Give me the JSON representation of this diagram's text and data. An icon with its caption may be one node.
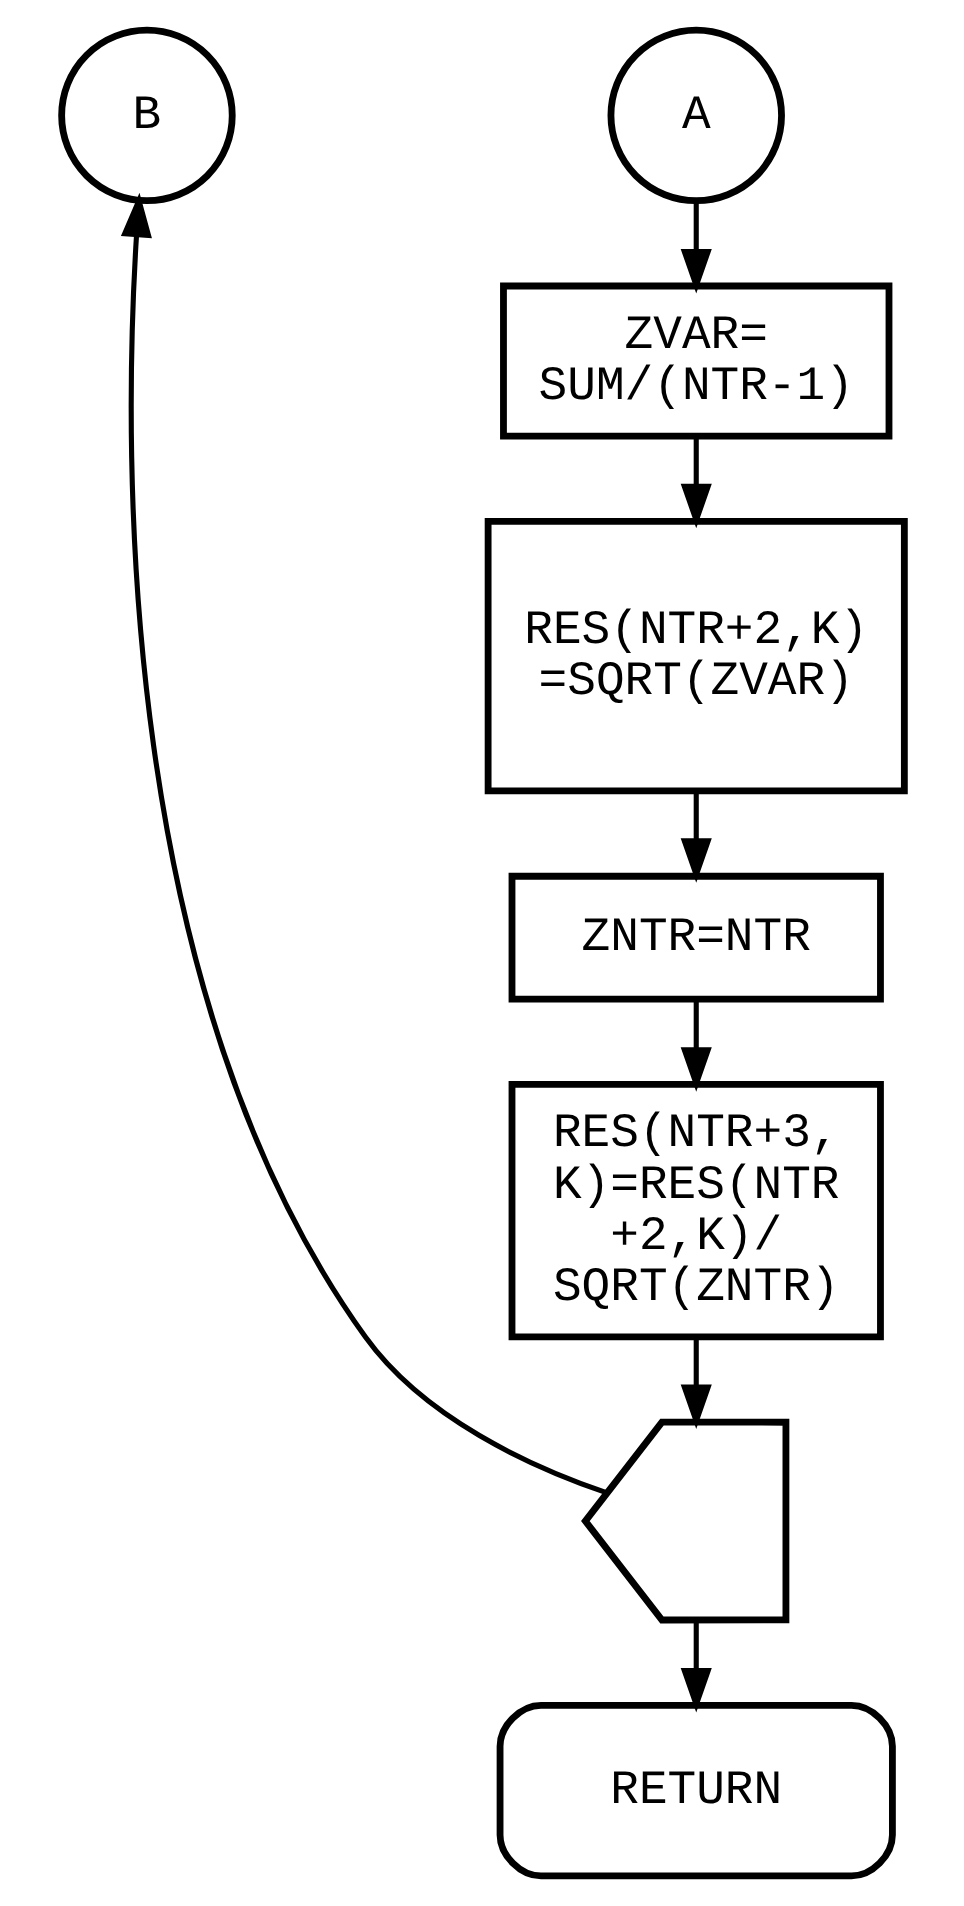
{
  "diagram": {
    "nodes": [
      {
        "text": [
          "B"
        ]
      },
      {
        "text": [
          "A"
        ]
      },
      {
        "text": [
          "ZVAR= SUM/(NTR-1)"
        ]
      },
      {
        "text": [
          "RES(NTR+2,K) =SQRT(ZVAR)"
        ]
      },
      {
        "text": [
          "ZNTR=NTR"
        ]
      },
      {
        "text": [
          "RES(NTR+3, K)=RES(NTR +2,K)/ SQRT(ZNTR)"
        ]
      },
      {
        "text": [],
        "shape": "pentagon"
      },
      {
        "text": [
          "RETURN"
        ]
      }
    ],
    "edges": [
      {
        "from": 1,
        "to": 2,
        "arrow": "to"
      },
      {
        "from": 2,
        "to": 3,
        "arrow": "to"
      },
      {
        "from": 3,
        "to": 4,
        "arrow": "to"
      },
      {
        "from": 4,
        "to": 5,
        "arrow": "to"
      },
      {
        "from": 5,
        "to": 6,
        "arrow": "to"
      },
      {
        "from": 6,
        "to": 0,
        "arrow": "to"
      },
      {
        "from": 6,
        "to": 7,
        "arrow": "to"
      }
    ]
  }
}
